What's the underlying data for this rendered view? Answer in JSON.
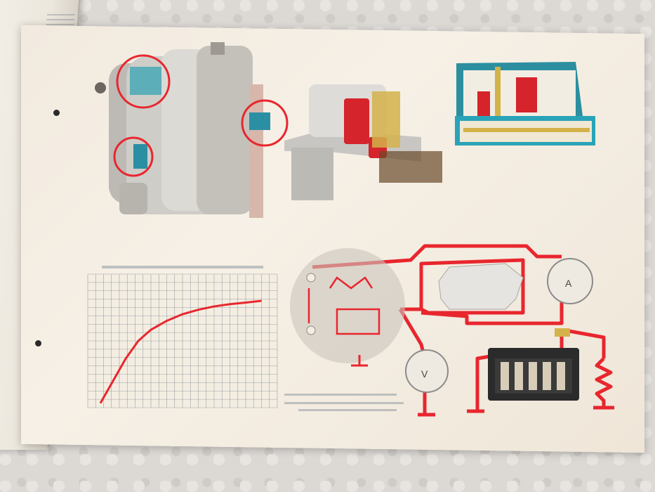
{
  "scene": {
    "description_tags": [
      "open-booklet",
      "alternator-diagram",
      "wiring-schematic",
      "chart"
    ],
    "colors": {
      "paper": "#f4ede2",
      "wire_red": "#e8262e",
      "metal": "#c9c7c3",
      "teal_housing": "#2aa3b8",
      "battery": "#2b2b2b"
    }
  },
  "chart_data": {
    "type": "line",
    "title": "",
    "xlabel": "",
    "ylabel": "",
    "xlim": [
      0,
      6
    ],
    "ylim": [
      0,
      6
    ],
    "x": [
      0.4,
      0.8,
      1.2,
      1.6,
      2.0,
      2.5,
      3.0,
      3.5,
      4.0,
      4.5,
      5.0,
      5.5
    ],
    "y": [
      0.2,
      1.2,
      2.2,
      3.0,
      3.5,
      3.9,
      4.2,
      4.4,
      4.55,
      4.65,
      4.72,
      4.8
    ],
    "series": [
      {
        "values": [
          0.2,
          1.2,
          2.2,
          3.0,
          3.5,
          3.9,
          4.2,
          4.4,
          4.55,
          4.65,
          4.72,
          4.8
        ]
      }
    ],
    "grid": true
  }
}
